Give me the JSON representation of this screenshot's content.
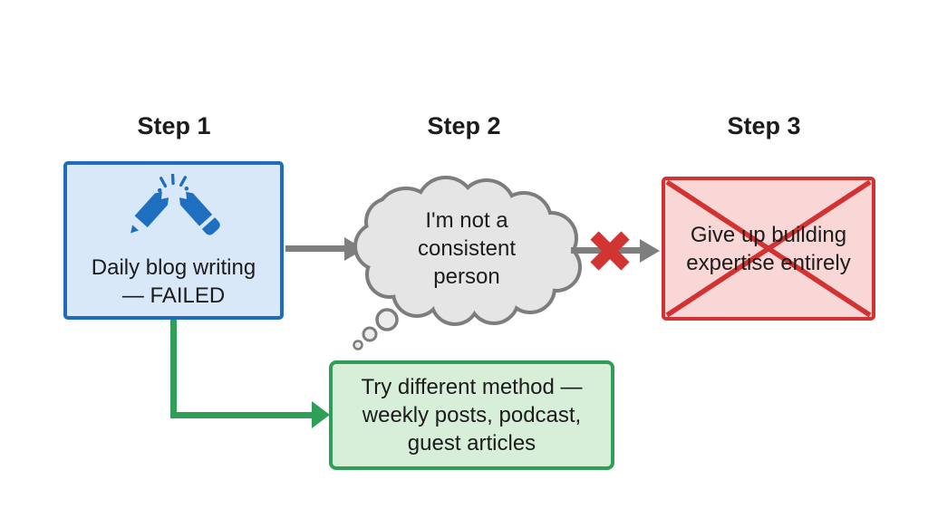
{
  "diagram": {
    "steps": [
      {
        "label": "Step 1"
      },
      {
        "label": "Step 2"
      },
      {
        "label": "Step 3"
      }
    ],
    "step1_box": {
      "icon": "broken-pencil-icon",
      "lines": [
        "Daily blog writing",
        "— FAILED"
      ],
      "fill": "#d9e8f9",
      "border": "#1e6cba"
    },
    "thought_cloud": {
      "shape": "thought-cloud",
      "lines": [
        "I'm not a",
        "consistent",
        "person"
      ],
      "fill": "#e5e5e5",
      "border": "#7d7d7d"
    },
    "step3_box": {
      "lines": [
        "Give up building",
        "expertise entirely"
      ],
      "crossed_out": true,
      "fill": "#f8d7d6",
      "border": "#d23332"
    },
    "alternative_box": {
      "lines": [
        "Try different method —",
        "weekly posts, podcast,",
        "guest articles"
      ],
      "fill": "#d7eed8",
      "border": "#2f9f58"
    },
    "connectors": {
      "arrow_color": "#7e7e7e",
      "blocked_x_color": "#d13431",
      "alternative_arrow_color": "#2f9f58"
    },
    "palette": {
      "background": "#ffffff",
      "text": "#1c1c1c",
      "icon_blue": "#1e6fc0"
    }
  }
}
